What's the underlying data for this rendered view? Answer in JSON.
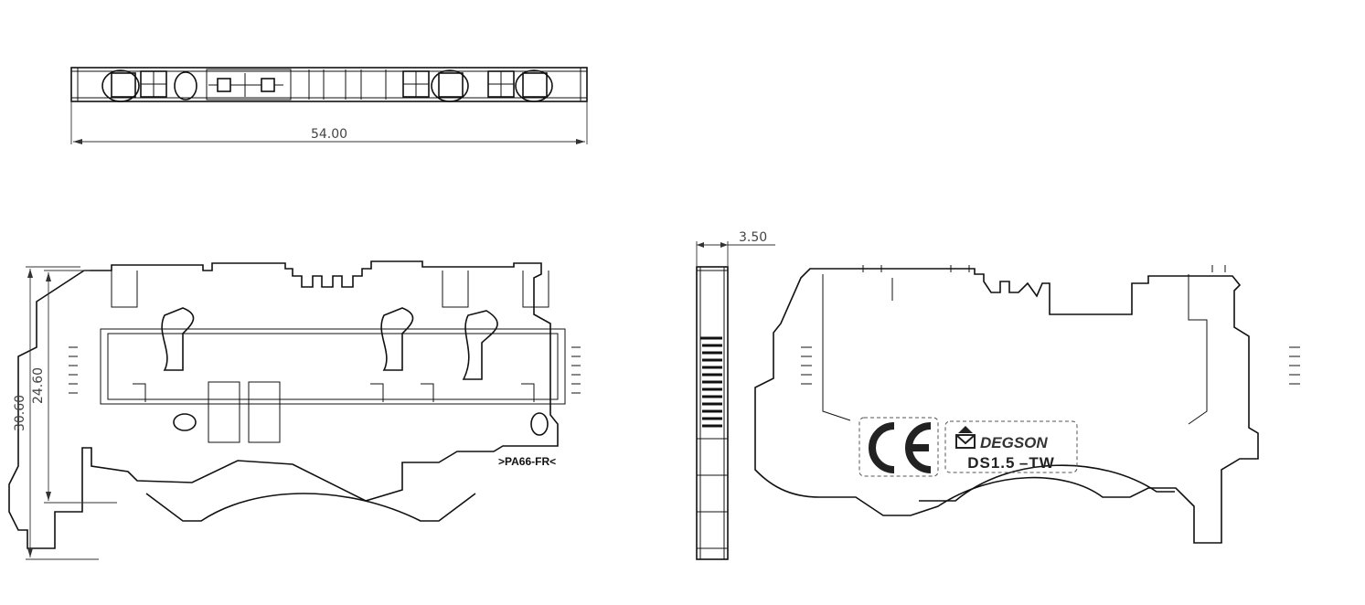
{
  "dimensions": {
    "overall_length": "54.00",
    "thickness": "3.50",
    "total_height": "30.60",
    "rail_height": "24.60"
  },
  "labels": {
    "material": ">PA66-FR<",
    "ce_mark": "CE",
    "brand": "DEGSON",
    "model": "DS1.5 –TW"
  }
}
